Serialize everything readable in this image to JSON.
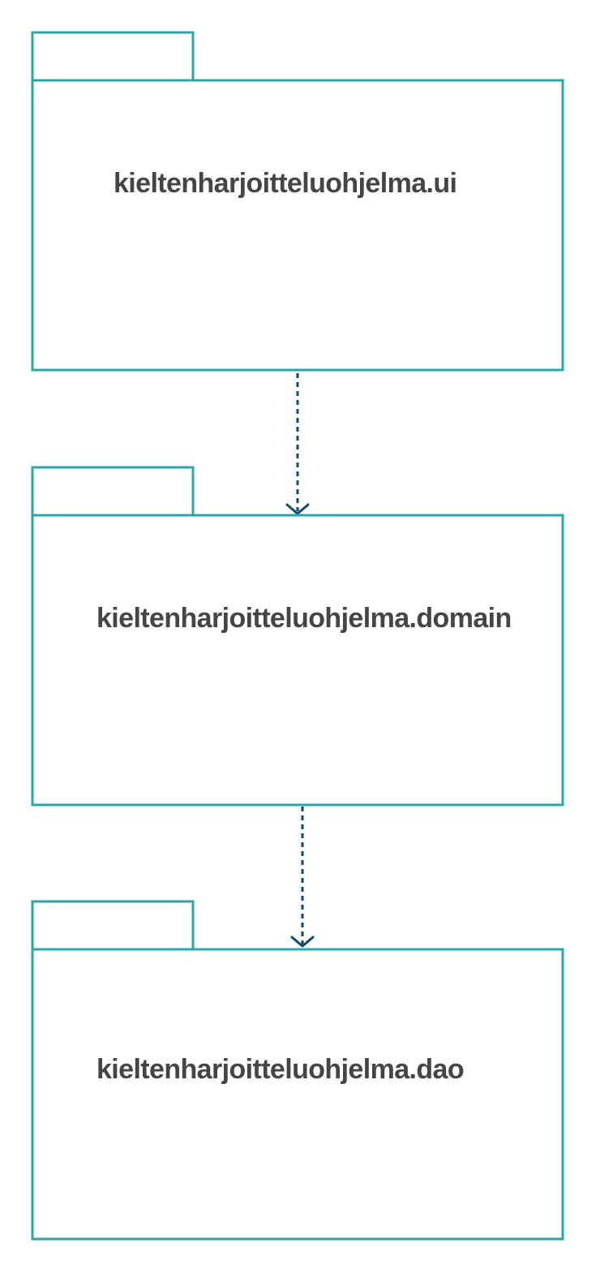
{
  "diagram": {
    "type": "uml-package-diagram",
    "colors": {
      "package_border": "#2aa7a8",
      "dependency_arrow": "#0e4a6b",
      "label_text": "#454545",
      "background": "#ffffff"
    },
    "packages": [
      {
        "id": "ui",
        "label": "kieltenharjoitteluohjelma.ui"
      },
      {
        "id": "domain",
        "label": "kieltenharjoitteluohjelma.domain"
      },
      {
        "id": "dao",
        "label": "kieltenharjoitteluohjelma.dao"
      }
    ],
    "dependencies": [
      {
        "from": "ui",
        "to": "domain",
        "style": "dashed-open-arrow"
      },
      {
        "from": "domain",
        "to": "dao",
        "style": "dashed-open-arrow"
      }
    ]
  }
}
